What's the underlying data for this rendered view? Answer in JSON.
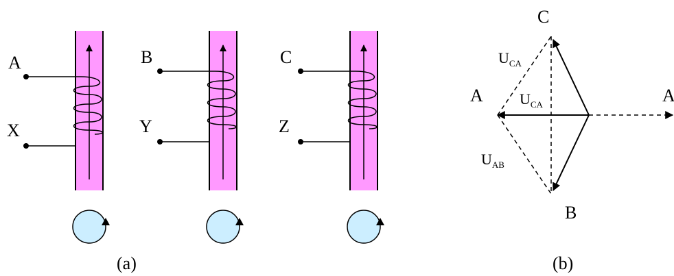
{
  "figure_a": {
    "caption": "(a)",
    "coils": [
      {
        "start_label": "A",
        "end_label": "X"
      },
      {
        "start_label": "B",
        "end_label": "Y"
      },
      {
        "start_label": "C",
        "end_label": "Z"
      }
    ]
  },
  "figure_b": {
    "caption": "(b)",
    "vertex_c": "C",
    "vertex_a": "A",
    "vertex_b": "B",
    "vertex_a_right": "A",
    "label_uca_outer": {
      "main": "U",
      "sub": "CA"
    },
    "label_uca_inner": {
      "main": "U",
      "sub": "CA"
    },
    "label_uab": {
      "main": "U",
      "sub": "AB"
    }
  },
  "colors": {
    "core_fill": "#ff99ff",
    "flux_circle_fill": "#cceeff",
    "stroke": "#000000"
  }
}
